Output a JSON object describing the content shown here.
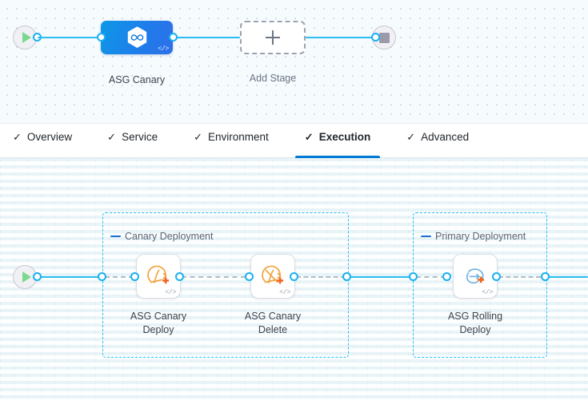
{
  "stage_canvas": {
    "start_node": {
      "icon": "play-icon",
      "name": "pipeline-start"
    },
    "stop_node": {
      "icon": "stop-icon",
      "name": "pipeline-end"
    },
    "stage": {
      "label": "ASG Canary",
      "icon": "infinity-hexagon-icon",
      "code_badge": "</>",
      "accent": "#1f7cea"
    },
    "add_stage": {
      "label": "Add Stage",
      "icon": "plus-icon"
    }
  },
  "tabs": [
    {
      "label": "Overview",
      "icon": "check-icon",
      "active": false
    },
    {
      "label": "Service",
      "icon": "check-icon",
      "active": false
    },
    {
      "label": "Environment",
      "icon": "check-icon",
      "active": false
    },
    {
      "label": "Execution",
      "icon": "check-icon",
      "active": true
    },
    {
      "label": "Advanced",
      "icon": "check-icon",
      "active": false
    }
  ],
  "execution": {
    "start_node": {
      "icon": "play-icon"
    },
    "groups": [
      {
        "title": "Canary Deployment",
        "toggle_icon": "collapse-dash-icon",
        "steps": [
          {
            "label_line1": "ASG Canary",
            "label_line2": "Deploy",
            "icon": "asg-canary-deploy-icon",
            "code_badge": "</>"
          },
          {
            "label_line1": "ASG Canary",
            "label_line2": "Delete",
            "icon": "asg-canary-delete-icon",
            "code_badge": "</>"
          }
        ]
      },
      {
        "title": "Primary Deployment",
        "toggle_icon": "collapse-dash-icon",
        "steps": [
          {
            "label_line1": "ASG Rolling",
            "label_line2": "Deploy",
            "icon": "asg-rolling-deploy-icon",
            "code_badge": "</>"
          }
        ]
      }
    ]
  },
  "colors": {
    "edge": "#2bbcf2",
    "group_border": "#2bbcf2",
    "tab_active": "#0278d5",
    "step_icon_orange": "#f29022",
    "step_badge_orange": "#ef6624",
    "step_icon_blue": "#5fa8dc"
  }
}
